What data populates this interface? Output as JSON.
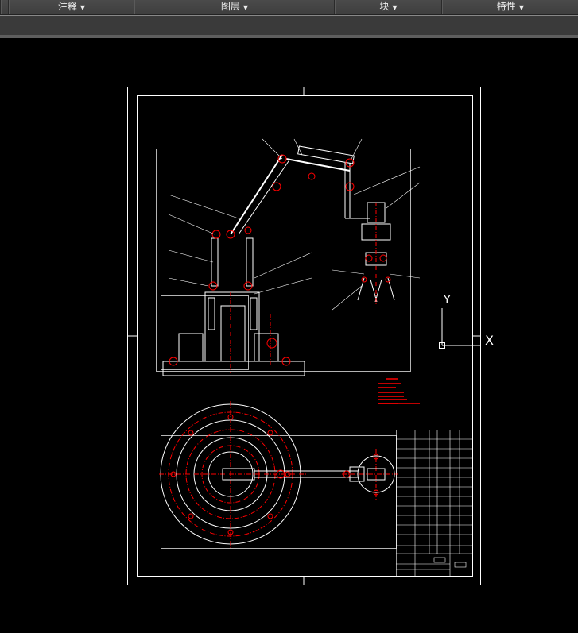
{
  "ribbon": {
    "panels": [
      {
        "label": "注释",
        "icon": "dropdown-arrow"
      },
      {
        "label": "图层",
        "icon": "dropdown-arrow"
      },
      {
        "label": "块",
        "icon": "dropdown-arrow"
      },
      {
        "label": "特性",
        "icon": "dropdown-arrow"
      }
    ]
  },
  "ucs": {
    "x_label": "X",
    "y_label": "Y"
  },
  "colors": {
    "line": "#ffffff",
    "accent": "#ff0000",
    "background": "#000000"
  }
}
